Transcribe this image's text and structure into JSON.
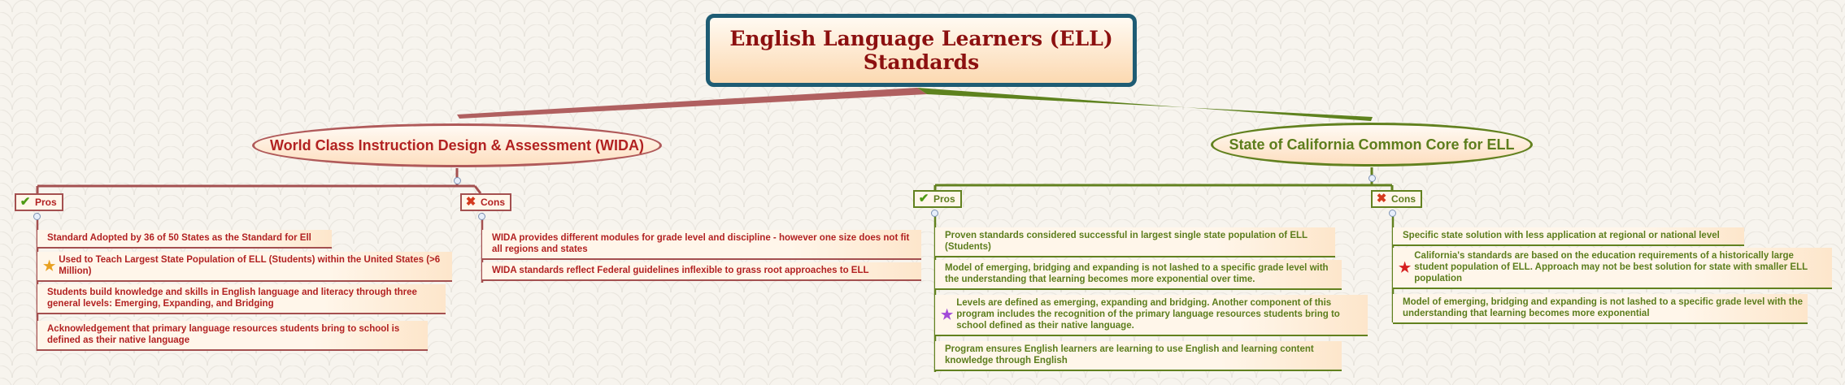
{
  "root": {
    "title": "English Language Learners (ELL) Standards"
  },
  "branches": {
    "wida": {
      "title": "World Class Instruction Design & Assessment (WIDA)",
      "color": "#b22222",
      "pros": {
        "label": "Pros",
        "icon": "check-icon",
        "items": [
          "Standard Adopted by 36 of 50 States as the Standard for Ell",
          "Used to Teach Largest State Population of ELL (Students) within the United States (>6 Million)",
          "Students build knowledge and skills in English language and literacy through three general levels: Emerging, Expanding, and Bridging",
          "Acknowledgement that primary language resources students bring to school is defined as their native language"
        ],
        "item_icons": [
          "",
          "star-icon",
          "",
          ""
        ]
      },
      "cons": {
        "label": "Cons",
        "icon": "cross-icon",
        "items": [
          "WIDA provides different modules for grade level and discipline - however one size does not fit all regions and states",
          "WIDA standards reflect Federal guidelines inflexible to grass root approaches to ELL"
        ]
      }
    },
    "california": {
      "title": "State of California Common Core for ELL",
      "color": "#5c7d1c",
      "pros": {
        "label": "Pros",
        "icon": "check-icon",
        "items": [
          "Proven standards considered successful in largest single state population of ELL (Students)",
          "Model of emerging, bridging and expanding is not lashed to a specific grade level with the understanding that learning becomes more exponential over time.",
          "Levels are defined as emerging, expanding and bridging.  Another component of this program includes the recognition of the primary language resources students bring to school defined as their native language.",
          "Program ensures English learners are learning to use English and learning content knowledge through English"
        ],
        "item_icons": [
          "",
          "",
          "star-icon",
          ""
        ]
      },
      "cons": {
        "label": "Cons",
        "icon": "cross-icon",
        "items": [
          "Specific state solution with less application at regional or national level",
          "California's standards are based on the education requirements of a historically large student population of ELL.  Approach may not be best solution for state with smaller ELL population",
          "Model of emerging, bridging and expanding is not lashed to a specific grade level with the understanding that learning becomes more exponential"
        ],
        "item_icons": [
          "",
          "star-icon",
          ""
        ]
      }
    }
  }
}
